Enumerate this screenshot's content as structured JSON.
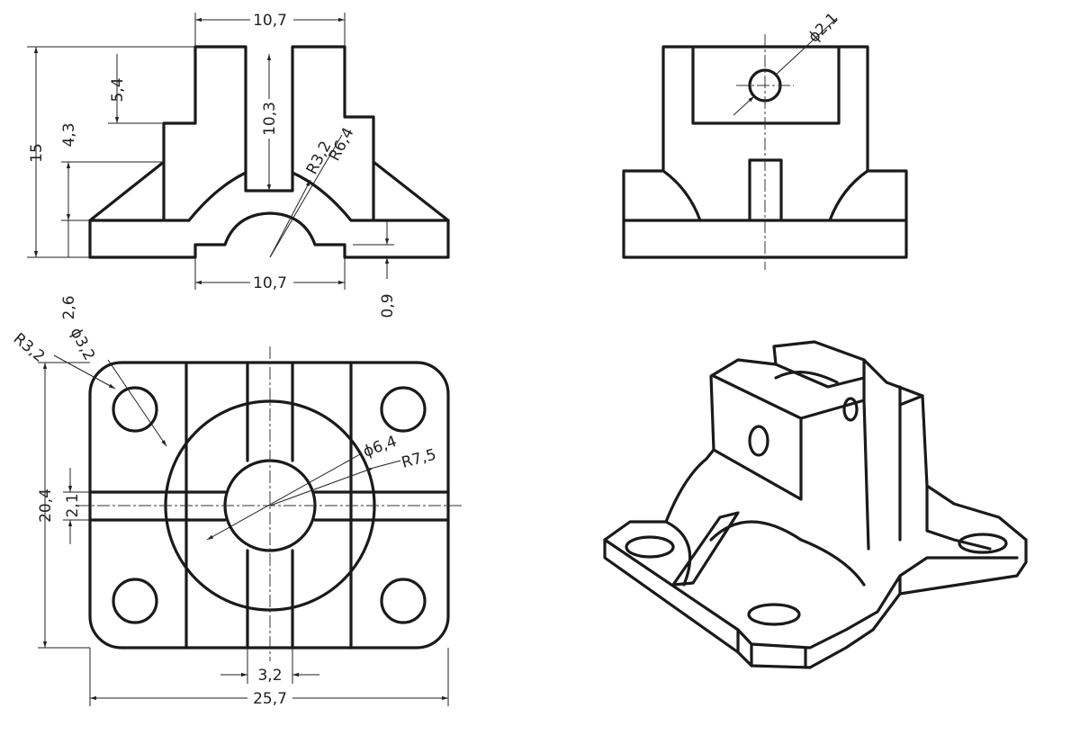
{
  "views": {
    "front": {
      "dims": {
        "top_width": "10,7",
        "bottom_width": "10,7",
        "overall_height": "15",
        "upper_height": "5,4",
        "shoulder_height": "4,3",
        "slot_depth": "10,3",
        "inner_radius": "R3,2",
        "outer_radius": "R6,4",
        "base_height": "2,6",
        "recess_depth": "0,9"
      }
    },
    "side": {
      "dims": {
        "hole_diameter": "ϕ2,1"
      }
    },
    "top": {
      "dims": {
        "corner_radius": "R3,2",
        "hole_diameter": "ϕ3,2",
        "depth": "20,4",
        "rib_width": "2,1",
        "bore_diameter": "ϕ6,4",
        "boss_radius": "R7,5",
        "slot_width": "3,2",
        "overall_width": "25,7"
      }
    }
  }
}
